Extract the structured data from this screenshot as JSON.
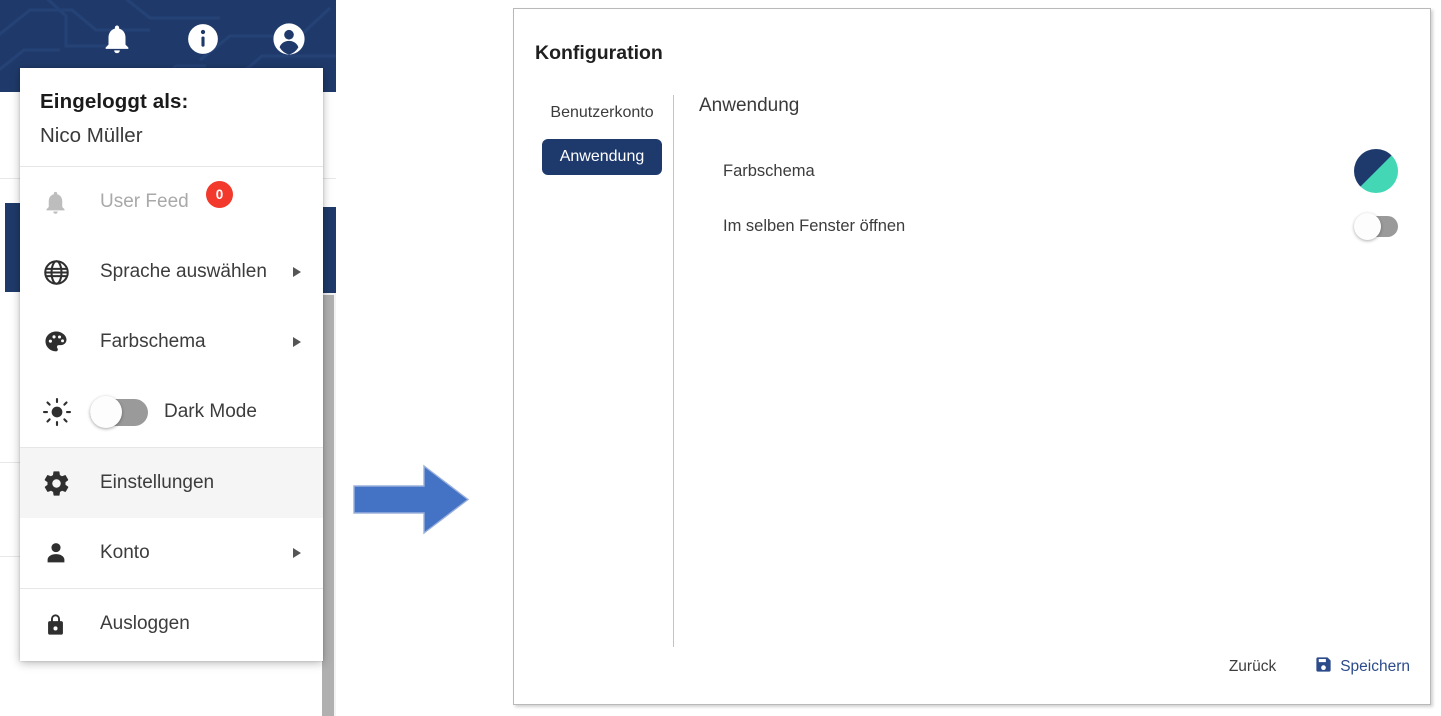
{
  "app_header": {
    "icons": [
      {
        "name": "bell-icon",
        "label": "Benachrichtigungen"
      },
      {
        "name": "info-icon",
        "label": "Information"
      },
      {
        "name": "account-circle-icon",
        "label": "Konto"
      }
    ],
    "bg_color": "#1f3a6a"
  },
  "user_menu": {
    "logged_in_caption": "Eingeloggt als:",
    "user_name": "Nico Müller",
    "items": [
      {
        "icon": "bell-icon",
        "label": "User Feed",
        "badge": "0",
        "arrow": false,
        "toggle": false,
        "disabled": true,
        "highlight": false
      },
      {
        "icon": "globe-icon",
        "label": "Sprache auswählen",
        "badge": null,
        "arrow": true,
        "toggle": false,
        "disabled": false,
        "highlight": false
      },
      {
        "icon": "palette-icon",
        "label": "Farbschema",
        "badge": null,
        "arrow": true,
        "toggle": false,
        "disabled": false,
        "highlight": false
      },
      {
        "icon": "sun-icon",
        "label": "Dark Mode",
        "badge": null,
        "arrow": false,
        "toggle": true,
        "disabled": false,
        "highlight": false
      },
      {
        "icon": "gear-icon",
        "label": "Einstellungen",
        "badge": null,
        "arrow": false,
        "toggle": false,
        "disabled": false,
        "highlight": true
      },
      {
        "icon": "person-icon",
        "label": "Konto",
        "badge": null,
        "arrow": true,
        "toggle": false,
        "disabled": false,
        "highlight": false
      },
      {
        "icon": "lock-icon",
        "label": "Ausloggen",
        "badge": null,
        "arrow": false,
        "toggle": false,
        "disabled": false,
        "highlight": false
      }
    ],
    "dark_mode_toggle_state": "off",
    "badge_color": "#f2392c"
  },
  "flow_arrow": {
    "name": "right-arrow",
    "color": "#4472c4"
  },
  "config_dialog": {
    "title": "Konfiguration",
    "tabs": [
      {
        "label": "Benutzerkonto",
        "active": false
      },
      {
        "label": "Anwendung",
        "active": true
      }
    ],
    "panel_title": "Anwendung",
    "rows": [
      {
        "label": "Farbschema",
        "control": "color-swatch",
        "value": "#1e3a6d / #44d7b6"
      },
      {
        "label": "Im selben Fenster öffnen",
        "control": "toggle",
        "value": "off"
      }
    ],
    "accent_color": "#1e3a6d",
    "swatch_color_a": "#1e3a6d",
    "swatch_color_b": "#44d7b6",
    "footer": {
      "back_label": "Zurück",
      "save_label": "Speichern",
      "save_icon": "save-floppy-icon",
      "save_color": "#2c4b8b"
    }
  }
}
